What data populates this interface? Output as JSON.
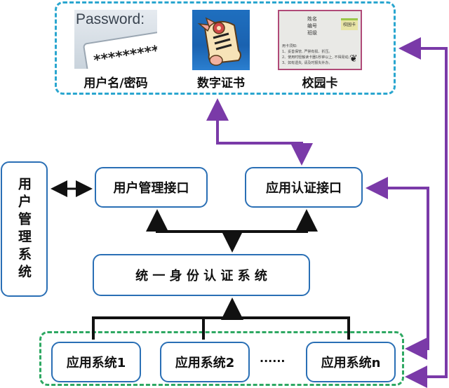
{
  "top_group": {
    "items": [
      {
        "label": "用户名/密码",
        "icon": "password-field-icon",
        "image_text": "Password:",
        "masked": "*********"
      },
      {
        "label": "数字证书",
        "icon": "certificate-scroll-icon"
      },
      {
        "label": "校园卡",
        "icon": "campus-card-icon",
        "card_fields": [
          "姓名",
          "编号",
          "班级"
        ],
        "card_badge": "校园卡",
        "card_notice_title": "用卡须知:",
        "card_notice_lines": [
          "1、妥善保管, 严禁有损、折压。",
          "2、使用时轻触读卡器1秒钟以上, 不得晃动。",
          "3、如有遗失, 请及时报失补办。"
        ]
      }
    ]
  },
  "nodes": {
    "user_mgmt_system": "用户管理系统",
    "user_mgmt_interface": "用户管理接口",
    "app_auth_interface": "应用认证接口",
    "unified_identity": "统 一 身 份 认 证 系 统"
  },
  "bottom_group": {
    "apps": [
      "应用系统1",
      "应用系统2",
      "应用系统n"
    ],
    "ellipsis": "······"
  },
  "colors": {
    "box_border": "#2a6fb5",
    "top_dashed": "#2aa6cf",
    "bottom_dashed": "#2ea862",
    "purple_arrow": "#7a3aa8",
    "black_arrow": "#111111"
  }
}
